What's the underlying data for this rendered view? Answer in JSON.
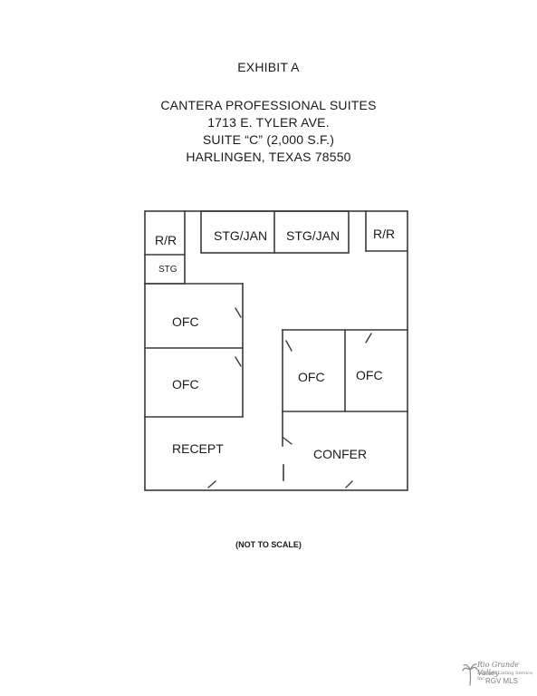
{
  "header": {
    "exhibit": "EXHIBIT  A",
    "building": "CANTERA PROFESSIONAL SUITES",
    "address": "1713 E. TYLER AVE.",
    "suite": "SUITE “C” (2,000 S.F.)",
    "city": "HARLINGEN, TEXAS 78550"
  },
  "floorplan": {
    "rooms": {
      "rr_left": "R/R",
      "stg_jan_1": "STG/JAN",
      "stg_jan_2": "STG/JAN",
      "rr_right": "R/R",
      "stg": "STG",
      "ofc_1": "OFC",
      "ofc_2": "OFC",
      "ofc_3": "OFC",
      "ofc_4": "OFC",
      "recept": "RECEPT",
      "confer": "CONFER"
    }
  },
  "note": "(NOT TO SCALE)",
  "watermark": {
    "brand": "Rio Grande Valley",
    "subline": "Multiple Listing Service, Inc.",
    "code": "RGV MLS"
  }
}
